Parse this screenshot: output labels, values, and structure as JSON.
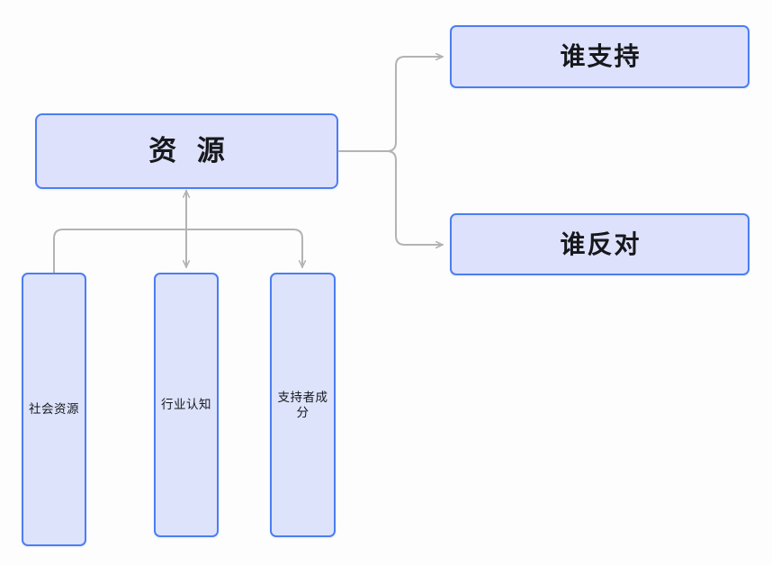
{
  "diagram": {
    "title_node": "资 源",
    "background_color": "#fdfdfd",
    "node_fill": "#dee1fb",
    "node_border": "#4c7ef2",
    "edge_color": "#b3b3b3",
    "nodes": [
      {
        "id": "resource",
        "label": "资 源"
      },
      {
        "id": "who-supports",
        "label": "谁支持"
      },
      {
        "id": "who-opposes",
        "label": "谁反对"
      },
      {
        "id": "social-resource",
        "label": "社会资源"
      },
      {
        "id": "industry-cognition",
        "label": "行业认知"
      },
      {
        "id": "supporter-composition",
        "label": "支持者成分"
      }
    ],
    "edges": [
      {
        "id": "resource-to-who-supports",
        "from": "resource",
        "to": "who-supports",
        "arrow": "end"
      },
      {
        "id": "resource-to-who-opposes",
        "from": "resource",
        "to": "who-opposes",
        "arrow": "end"
      },
      {
        "id": "social-resource-to-resource",
        "from": "social-resource",
        "to": "resource",
        "arrow": "end"
      },
      {
        "id": "resource-to-industry-cognition",
        "from": "resource",
        "to": "industry-cognition",
        "arrow": "end"
      },
      {
        "id": "resource-to-supporter-composition",
        "from": "resource",
        "to": "supporter-composition",
        "arrow": "end"
      }
    ]
  }
}
